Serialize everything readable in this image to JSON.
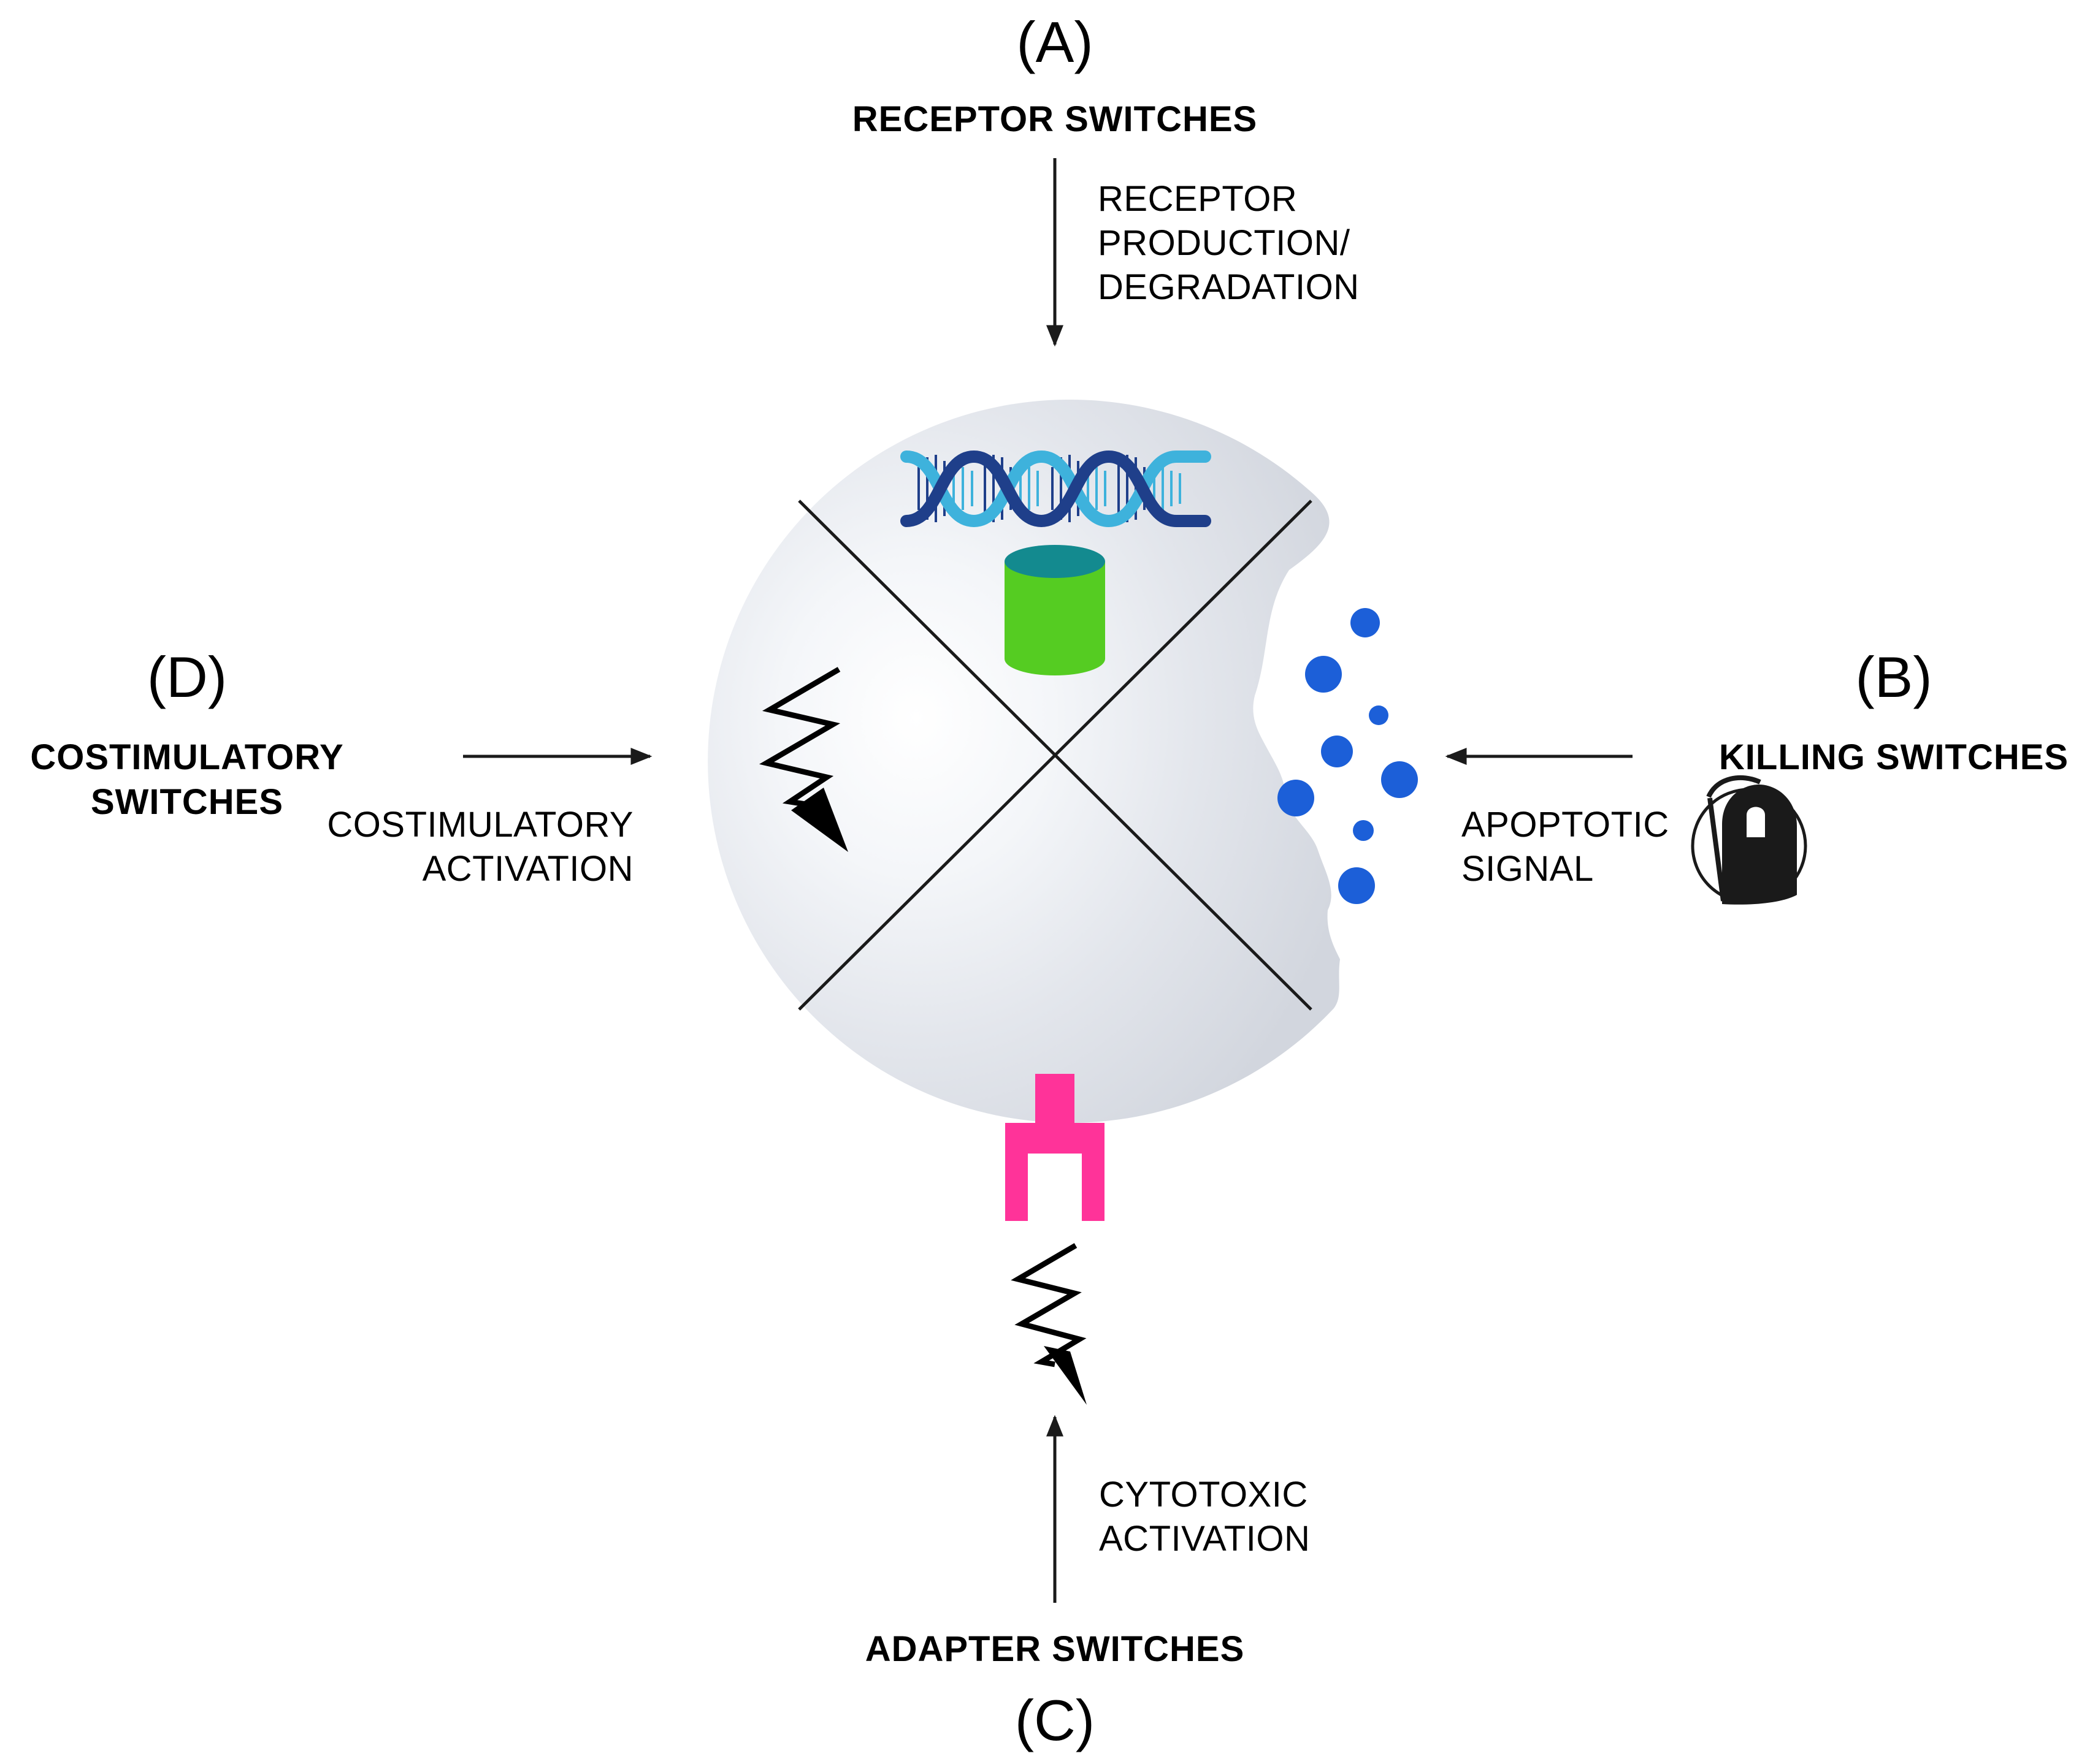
{
  "receptor": {
    "letter": "(A)",
    "title": "RECEPTOR SWITCHES",
    "caption_lines": [
      "RECEPTOR",
      "PRODUCTION/",
      "DEGRADATION"
    ]
  },
  "killing": {
    "letter": "(B)",
    "title": "KILLING SWITCHES",
    "caption_lines": [
      "APOPTOTIC",
      "SIGNAL"
    ]
  },
  "adapter": {
    "letter": "(C)",
    "title": "ADAPTER SWITCHES",
    "caption_lines": [
      "CYTOTOXIC",
      "ACTIVATION"
    ]
  },
  "costimulatory": {
    "letter": "(D)",
    "title_lines": [
      "COSTIMULATORY",
      "SWITCHES"
    ],
    "caption_lines": [
      "COSTIMULATORY",
      "ACTIVATION"
    ]
  },
  "colors": {
    "cell_fill": "#dde1e8",
    "cell_highlight": "#ffffff",
    "dna_dark": "#1f3f8a",
    "dna_light": "#3eb2dc",
    "cylinder_body": "#55cc22",
    "cylinder_top": "#138a8f",
    "adapter_receptor": "#ff3399",
    "vesicle": "#1c5fd8",
    "reaper_badge": "#1a1a1a",
    "line": "#1a1a1a"
  },
  "icons": [
    "dna-icon",
    "receptor-cylinder-icon",
    "lightning-signal-icon",
    "adapter-receptor-icon",
    "apoptotic-vesicle-icon",
    "grim-reaper-icon"
  ]
}
